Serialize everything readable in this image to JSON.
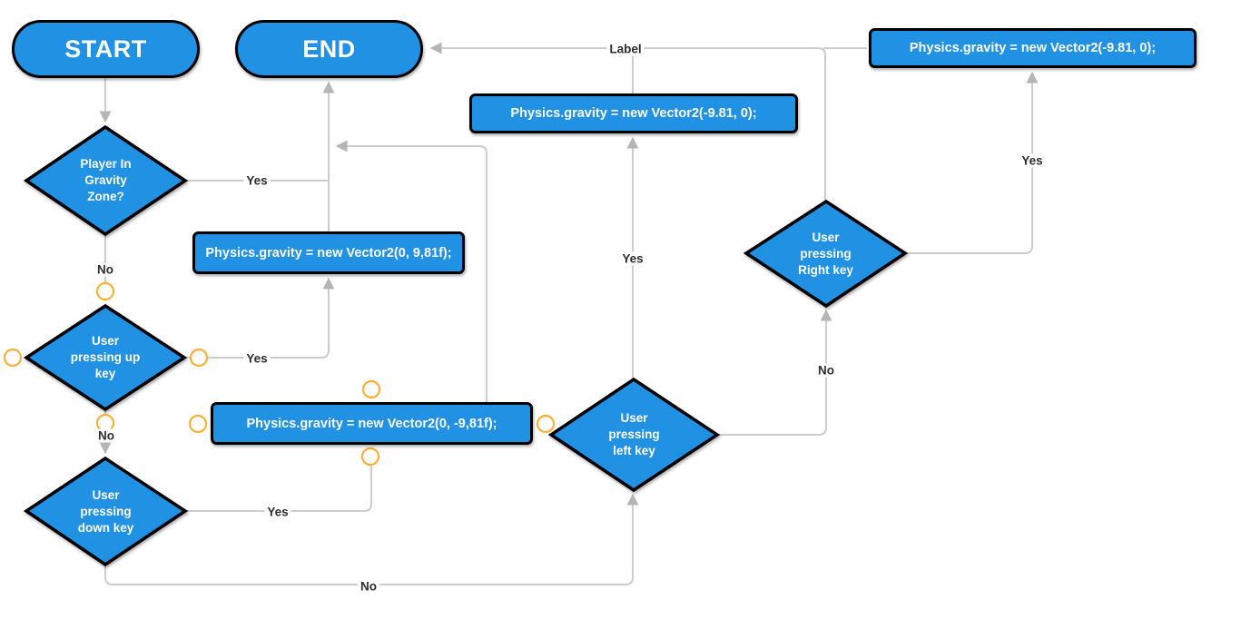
{
  "diagram": {
    "nodes": {
      "start": {
        "label": "START"
      },
      "end": {
        "label": "END"
      },
      "player_in_gravity_zone": {
        "label": "Player In\nGravity\nZone?"
      },
      "user_pressing_up_key": {
        "label": "User\npressing up\nkey"
      },
      "user_pressing_down_key": {
        "label": "User\npressing\ndown key"
      },
      "user_pressing_left_key": {
        "label": "User\npressing\nleft key"
      },
      "user_pressing_right_key": {
        "label": "User\npressing\nRight key"
      },
      "set_gravity_up": {
        "label": "Physics.gravity = new Vector2(0, 9,81f);"
      },
      "set_gravity_down": {
        "label": "Physics.gravity = new Vector2(0, -9,81f);"
      },
      "set_gravity_left_mid": {
        "label": "Physics.gravity = new Vector2(-9.81, 0);"
      },
      "set_gravity_left_top": {
        "label": "Physics.gravity = new Vector2(-9.81, 0);"
      }
    },
    "edge_labels": {
      "gravity_zone_yes": "Yes",
      "gravity_zone_no": "No",
      "up_key_yes": "Yes",
      "up_key_no": "No",
      "down_key_yes": "Yes",
      "down_key_no": "No",
      "left_key_yes": "Yes",
      "left_key_no": "No",
      "right_key_yes": "Yes",
      "end_edge_label": "Label"
    },
    "colors": {
      "node_fill": "#2191E4",
      "node_stroke": "#000000",
      "node_text": "#ffffff",
      "edge_line": "#cdcdcd",
      "arrowhead": "#b5b5b5",
      "edge_label_text": "#2e2e2e",
      "connection_point": "#ffaf38",
      "background": "#ffffff"
    }
  }
}
